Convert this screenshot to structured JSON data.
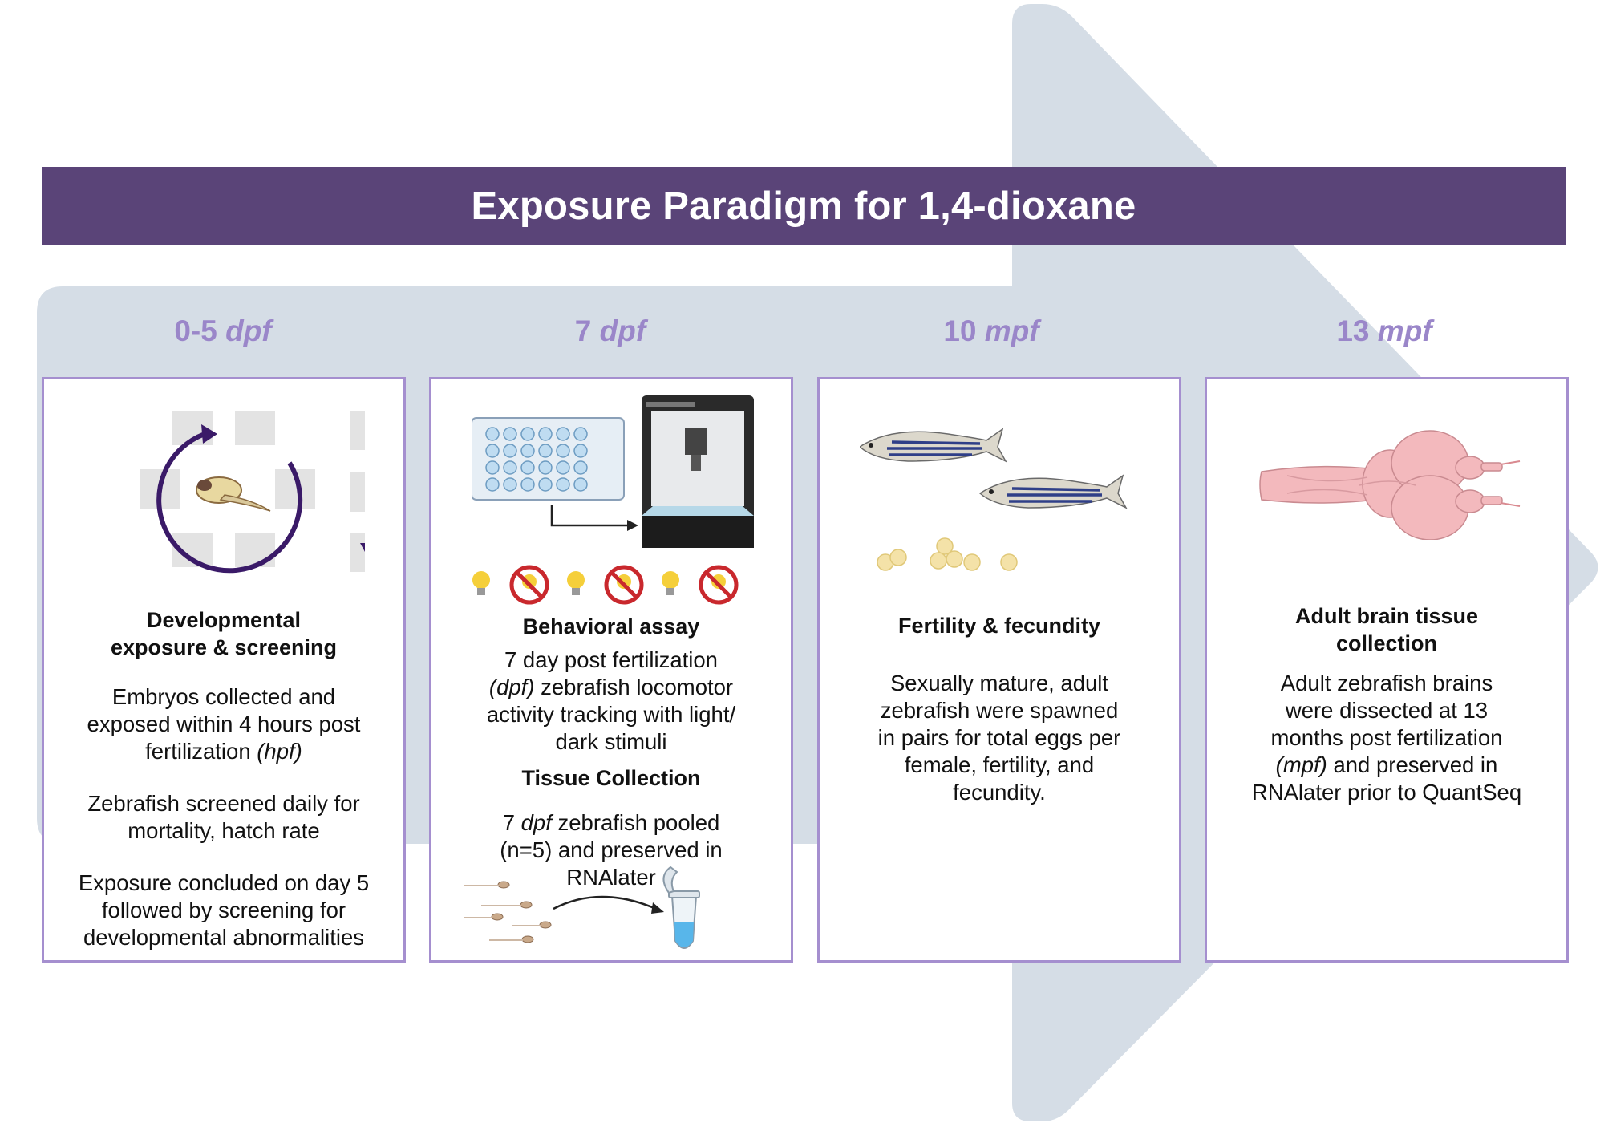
{
  "title": "Exposure Paradigm for 1,4-dioxane",
  "colors": {
    "banner": "#5a4478",
    "stage_label": "#9a86c9",
    "panel_border": "#a58fcf",
    "arrow_background": "#d5dde6"
  },
  "stages": [
    {
      "label_number": "0-5",
      "label_unit": "dpf",
      "heading_line1": "Developmental",
      "heading_line2": "exposure & screening",
      "icons": [
        "rotate-arrow-icon",
        "zebrafish-embryo-icon",
        "down-arrow-icon"
      ],
      "p1_line1": "Embryos collected and",
      "p1_line2": "exposed within 4 hours post",
      "p1_line3_pre": "fertilization ",
      "p1_line3_em": "(hpf)",
      "p2_line1": "Zebrafish screened daily for",
      "p2_line2": "mortality, hatch rate",
      "p3_line1": "Exposure concluded on day 5",
      "p3_line2": "followed by screening for",
      "p3_line3": "developmental abnormalities"
    },
    {
      "label_number": "7",
      "label_unit": "dpf",
      "heading": "Behavioral assay",
      "icons": [
        "well-plate-icon",
        "tracking-instrument-icon",
        "light-bulb-icon",
        "no-light-icon",
        "larvae-icon",
        "microtube-icon"
      ],
      "p1_line1": "7 day post fertilization",
      "p1_line2_em": "(dpf)",
      "p1_line2_rest": " zebrafish locomotor",
      "p1_line3": "activity tracking with light/",
      "p1_line4": "dark stimuli",
      "heading2": "Tissue Collection",
      "p2_line1_pre": "7 ",
      "p2_line1_em": "dpf",
      "p2_line1_rest": " zebrafish pooled",
      "p2_line2": "(n=5) and preserved in",
      "p2_line3": "RNAlater"
    },
    {
      "label_number": "10",
      "label_unit": "mpf",
      "heading": "Fertility & fecundity",
      "icons": [
        "adult-zebrafish-icon",
        "egg-icon"
      ],
      "p1_line1": "Sexually mature, adult",
      "p1_line2": "zebrafish were spawned",
      "p1_line3": "in pairs for total eggs per",
      "p1_line4": "female, fertility, and",
      "p1_line5": "fecundity."
    },
    {
      "label_number": "13",
      "label_unit": "mpf",
      "heading_line1": "Adult brain tissue",
      "heading_line2": "collection",
      "icons": [
        "zebrafish-brain-icon"
      ],
      "p1_line1": "Adult zebrafish brains",
      "p1_line2": "were dissected at 13",
      "p1_line3": "months post fertilization",
      "p1_line4_em": "(mpf)",
      "p1_line4_rest": " and preserved in",
      "p1_line5": "RNAlater prior to QuantSeq"
    }
  ]
}
